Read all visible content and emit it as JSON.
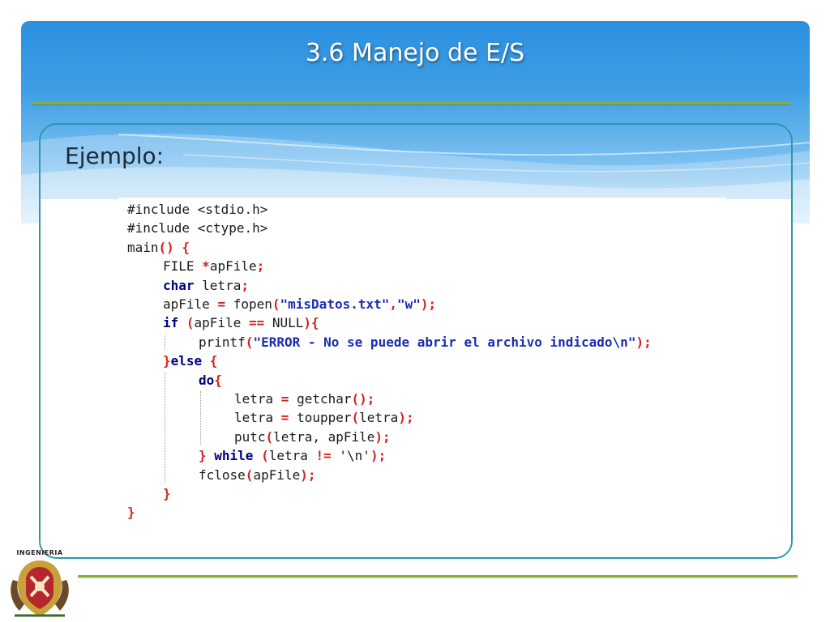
{
  "slide": {
    "title": "3.6  Manejo de E/S",
    "section_label": "Ejemplo:"
  },
  "logo": {
    "text": "INGENIERIA"
  },
  "code": {
    "lines": [
      {
        "indent": 0,
        "tokens": [
          {
            "t": "#include <stdio.h>",
            "c": "plain"
          }
        ]
      },
      {
        "indent": 0,
        "tokens": [
          {
            "t": "#include <ctype.h>",
            "c": "plain"
          }
        ]
      },
      {
        "indent": 0,
        "tokens": [
          {
            "t": "main",
            "c": "plain"
          },
          {
            "t": "() {",
            "c": "op"
          }
        ]
      },
      {
        "indent": 1,
        "tokens": [
          {
            "t": "FILE ",
            "c": "plain"
          },
          {
            "t": "*",
            "c": "op"
          },
          {
            "t": "apFile",
            "c": "plain"
          },
          {
            "t": ";",
            "c": "op"
          }
        ]
      },
      {
        "indent": 1,
        "tokens": [
          {
            "t": "char",
            "c": "kw"
          },
          {
            "t": " letra",
            "c": "plain"
          },
          {
            "t": ";",
            "c": "op"
          }
        ]
      },
      {
        "indent": 1,
        "tokens": [
          {
            "t": "apFile ",
            "c": "plain"
          },
          {
            "t": "=",
            "c": "op"
          },
          {
            "t": " fopen",
            "c": "plain"
          },
          {
            "t": "(",
            "c": "op"
          },
          {
            "t": "\"misDatos.txt\"",
            "c": "str"
          },
          {
            "t": ",",
            "c": "op"
          },
          {
            "t": "\"w\"",
            "c": "str"
          },
          {
            "t": ");",
            "c": "op"
          }
        ]
      },
      {
        "indent": 1,
        "tokens": [
          {
            "t": "if",
            "c": "kw"
          },
          {
            "t": " (",
            "c": "op"
          },
          {
            "t": "apFile ",
            "c": "plain"
          },
          {
            "t": "==",
            "c": "op"
          },
          {
            "t": " NULL",
            "c": "plain"
          },
          {
            "t": "){",
            "c": "op"
          }
        ]
      },
      {
        "indent": 2,
        "tokens": [
          {
            "t": "printf",
            "c": "plain"
          },
          {
            "t": "(",
            "c": "op"
          },
          {
            "t": "\"ERROR - No se puede abrir el archivo indicado\\n\"",
            "c": "str"
          },
          {
            "t": ");",
            "c": "op"
          }
        ]
      },
      {
        "indent": 1,
        "tokens": [
          {
            "t": "}",
            "c": "op"
          },
          {
            "t": "else",
            "c": "kw"
          },
          {
            "t": " {",
            "c": "op"
          }
        ]
      },
      {
        "indent": 2,
        "tokens": [
          {
            "t": "do",
            "c": "kw"
          },
          {
            "t": "{",
            "c": "op"
          }
        ]
      },
      {
        "indent": 3,
        "tokens": [
          {
            "t": "letra ",
            "c": "plain"
          },
          {
            "t": "=",
            "c": "op"
          },
          {
            "t": " getchar",
            "c": "plain"
          },
          {
            "t": "();",
            "c": "op"
          }
        ]
      },
      {
        "indent": 3,
        "tokens": [
          {
            "t": "letra ",
            "c": "plain"
          },
          {
            "t": "=",
            "c": "op"
          },
          {
            "t": " toupper",
            "c": "plain"
          },
          {
            "t": "(",
            "c": "op"
          },
          {
            "t": "letra",
            "c": "plain"
          },
          {
            "t": ");",
            "c": "op"
          }
        ]
      },
      {
        "indent": 3,
        "tokens": [
          {
            "t": "putc",
            "c": "plain"
          },
          {
            "t": "(",
            "c": "op"
          },
          {
            "t": "letra, apFile",
            "c": "plain"
          },
          {
            "t": ");",
            "c": "op"
          }
        ]
      },
      {
        "indent": 2,
        "tokens": [
          {
            "t": "}",
            "c": "op"
          },
          {
            "t": " while",
            "c": "kw"
          },
          {
            "t": " (",
            "c": "op"
          },
          {
            "t": "letra ",
            "c": "plain"
          },
          {
            "t": "!=",
            "c": "op"
          },
          {
            "t": " '\\n'",
            "c": "plain"
          },
          {
            "t": ");",
            "c": "op"
          }
        ]
      },
      {
        "indent": 2,
        "tokens": [
          {
            "t": "fclose",
            "c": "plain"
          },
          {
            "t": "(",
            "c": "op"
          },
          {
            "t": "apFile",
            "c": "plain"
          },
          {
            "t": ");",
            "c": "op"
          }
        ]
      },
      {
        "indent": 1,
        "tokens": [
          {
            "t": "}",
            "c": "op"
          }
        ]
      },
      {
        "indent": 0,
        "tokens": [
          {
            "t": "}",
            "c": "op"
          }
        ]
      }
    ]
  },
  "colors": {
    "header_blue": "#2b8fde",
    "accent_green": "#8bb03a",
    "box_border": "#2a9aa8",
    "code_operator": "#d42020",
    "code_string": "#1c2db0",
    "code_keyword": "#000080"
  }
}
